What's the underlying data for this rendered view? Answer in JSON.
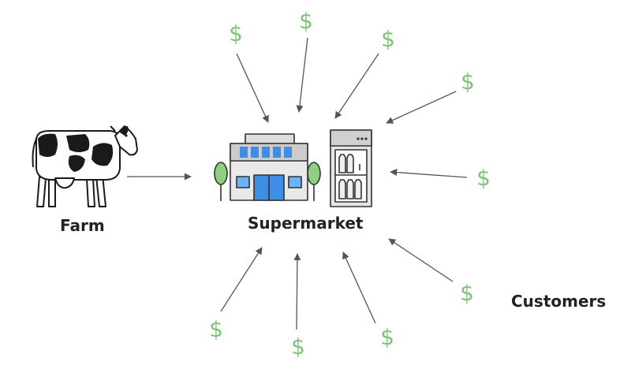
{
  "labels": {
    "farm": "Farm",
    "supermarket": "Supermarket",
    "customers": "Customers"
  },
  "icons": {
    "farm": "cow-icon",
    "store": "store-building-icon",
    "fridge": "milk-fridge-icon",
    "money": "dollar-sign-icon"
  },
  "money_symbol": "$",
  "colors": {
    "money": "#7cc576",
    "arrow": "#555555",
    "store_blue": "#3f8ee6",
    "tree": "#8fd080",
    "text": "#222222"
  }
}
